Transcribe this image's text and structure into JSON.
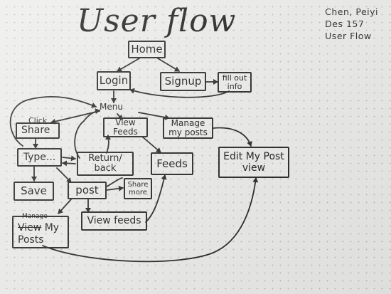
{
  "diagram": {
    "title": "User flow",
    "author": [
      "Chen, Peiyi",
      "Des 157",
      "User Flow"
    ],
    "nodes": {
      "home": "Home",
      "login": "Login",
      "signup": "Signup",
      "fill_out_info": "fill out info",
      "menu": "Menu",
      "click_share_note": "Click",
      "share": "Share",
      "view_feeds_top": "View Feeds",
      "manage_my_posts": "Manage my posts",
      "type": "Type...",
      "return_back": "Return/ back",
      "feeds": "Feeds",
      "edit_my_post_view": "Edit My Post view",
      "save": "Save",
      "post": "post",
      "share_more": "Share more",
      "view_feeds_bottom": "View feeds",
      "manage_note": "Manage",
      "view_crossed": "View",
      "my_posts_line1": "My",
      "my_posts_line2": "Posts"
    }
  }
}
